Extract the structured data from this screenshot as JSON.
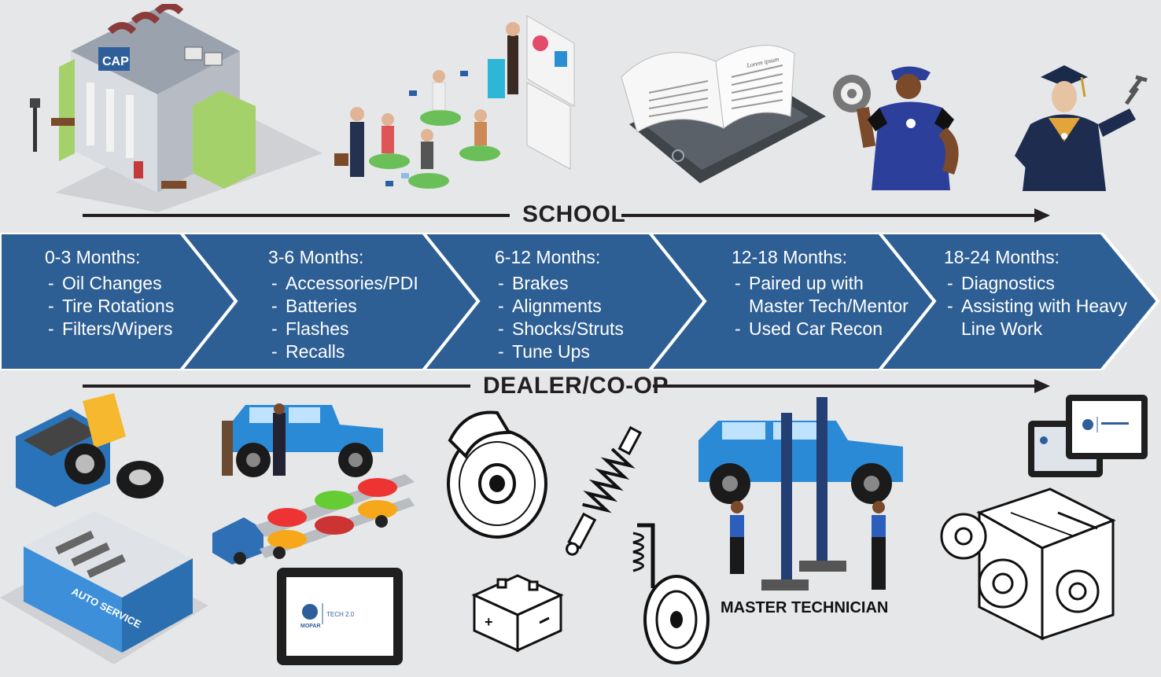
{
  "tracks": {
    "school": "SCHOOL",
    "dealer": "DEALER/CO-OP"
  },
  "phases": [
    {
      "title": "0-3 Months:",
      "items": [
        "Oil Changes",
        "Tire Rotations",
        "Filters/Wipers"
      ]
    },
    {
      "title": "3-6 Months:",
      "items": [
        "Accessories/PDI",
        "Batteries",
        "Flashes",
        "Recalls"
      ]
    },
    {
      "title": "6-12 Months:",
      "items": [
        "Brakes",
        "Alignments",
        "Shocks/Struts",
        "Tune Ups"
      ]
    },
    {
      "title": "12-18 Months:",
      "items": [
        "Paired up with Master Tech/Mentor",
        "Used Car Recon"
      ]
    },
    {
      "title": "18-24 Months:",
      "items": [
        "Diagnostics",
        "Assisting with Heavy Line Work"
      ]
    }
  ],
  "captions": {
    "master_technician": "MASTER TECHNICIAN",
    "building_sign": "CAP",
    "auto_service_sign": "AUTO SERVICE",
    "ebook_text": "Lorem ipsum",
    "tablet_brand": "MOPAR",
    "tablet_product": "TECH 2.0"
  },
  "colors": {
    "chevron": "#2e5f94",
    "chevron_edge": "#ffffff",
    "background": "#e6e7e9",
    "arrow": "#231f20"
  },
  "icons": [
    "school-building-illustration",
    "classroom-illustration",
    "ebook-tablet-illustration",
    "technician-with-disc-illustration",
    "graduate-with-wrench-illustration",
    "tire-balancer-illustration",
    "auto-service-building-illustration",
    "jeep-tire-service-illustration",
    "car-carrier-truck-illustration",
    "wi-tech-tablet-illustration",
    "brake-rotor-illustration",
    "battery-illustration",
    "shock-absorber-illustration",
    "strut-wheel-assembly-illustration",
    "jeep-lift-illustration",
    "engine-illustration",
    "diagnostic-tablets-illustration"
  ]
}
